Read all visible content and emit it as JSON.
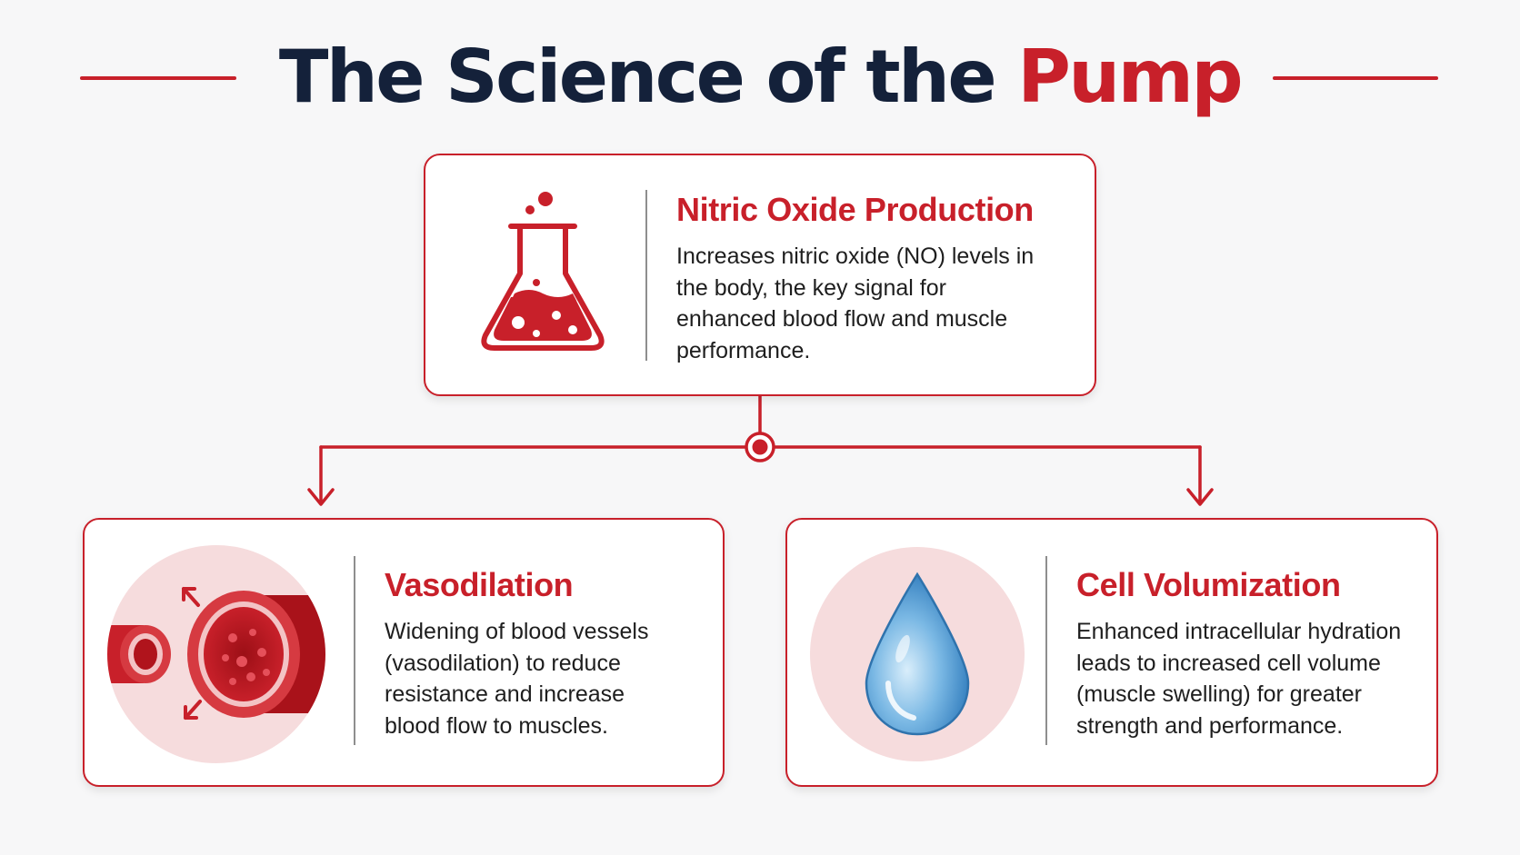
{
  "title": {
    "part1": "The Science of the ",
    "highlight": "Pump"
  },
  "cards": {
    "nitric": {
      "heading": "Nitric Oxide Production",
      "body": "Increases nitric oxide (NO) levels in the body, the key signal for enhanced blood flow and muscle performance.",
      "icon": "flask-icon"
    },
    "vaso": {
      "heading": "Vasodilation",
      "body": "Widening of blood vessels (vasodilation) to reduce resistance and increase blood flow to muscles.",
      "icon": "blood-vessel-icon"
    },
    "cell": {
      "heading": "Cell Volumization",
      "body": "Enhanced intracellular hydration leads to increased cell volume (muscle swelling) for greater strength and performance.",
      "icon": "water-drop-icon"
    }
  },
  "colors": {
    "accent": "#c8202a",
    "title_dark": "#14213a",
    "icon_bg": "#f6dcdd",
    "drop_blue": "#5aa3d8"
  }
}
